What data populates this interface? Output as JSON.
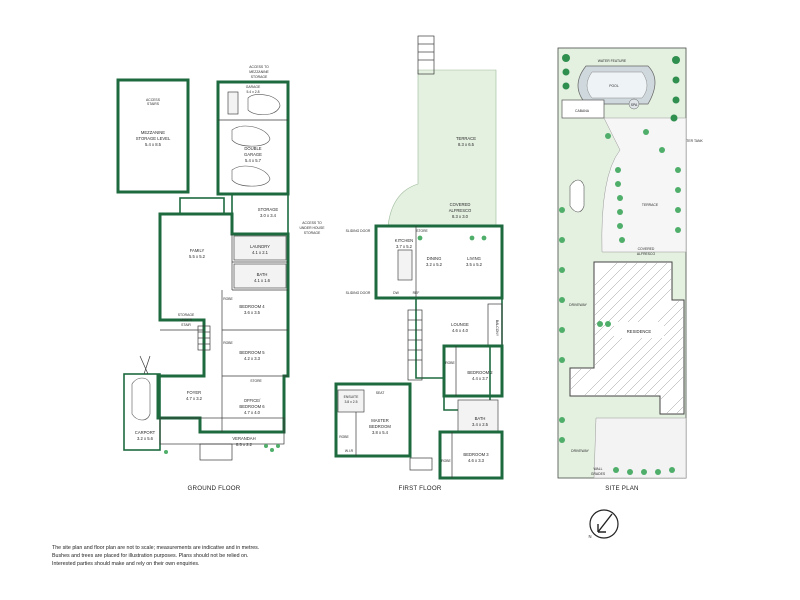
{
  "captions": {
    "ground": "GROUND FLOOR",
    "first": "FIRST FLOOR",
    "site": "SITE PLAN"
  },
  "rooms": {
    "access_mezz": "ACCESS TO",
    "access_mezz2": "MEZZANINE",
    "access_mezz3": "STORAGE",
    "access_stairs": "ACCESS",
    "access_stairs2": "STAIRS",
    "mezz": "MEZZANINE",
    "mezz2": "STORAGE LEVEL",
    "mezz_dim": "5.4 x 8.5",
    "garage": "GARAGE",
    "garage_dim": "5.4 x 2.8",
    "dgarage": "DOUBLE",
    "dgarage2": "GARAGE",
    "dgarage_dim": "5.4 x 5.7",
    "storage": "STORAGE",
    "storage_dim": "3.0 x 3.4",
    "under": "ACCESS TO",
    "under2": "UNDER HOUSE",
    "under3": "STORAGE",
    "family": "FAMILY",
    "family_dim": "5.5 x 5.2",
    "laundry": "LAUNDRY",
    "laundry_dim": "4.1 x 2.1",
    "bath_g": "BATH",
    "bath_g_dim": "4.1 x 1.6",
    "bed4": "BEDROOM 4",
    "bed4_dim": "3.6 x 3.5",
    "storage_under": "STORAGE",
    "storage_under2": "UNDER",
    "storage_under3": "STAIR",
    "bed5": "BEDROOM 5",
    "bed5_dim": "4.2 x 3.3",
    "foyer": "FOYER",
    "foyer_dim": "4.7 x 3.2",
    "office": "OFFICE/",
    "office2": "BEDROOM 6",
    "office_dim": "4.7 x 4.0",
    "store": "STORE",
    "carport": "CARPORT",
    "carport_dim": "3.2 x 5.6",
    "verandah": "VERANDAH",
    "verandah_dim": "8.5 x 2.2",
    "robe": "ROBE",
    "terrace": "TERRACE",
    "terrace_dim": "8.3 x 6.5",
    "covered": "COVERED",
    "alfresco": "ALFRESCO",
    "covered_dim": "8.3 x 3.0",
    "kitchen": "KITCHEN",
    "kitchen_dim": "3.7 x 5.2",
    "store_f": "STORE",
    "dining": "DINING",
    "dining_dim": "3.2 x 5.2",
    "living": "LIVING",
    "living_dim": "3.5 x 5.2",
    "lounge": "LOUNGE",
    "lounge_dim": "4.6 x 4.0",
    "balcony": "BALCONY",
    "bed2": "BEDROOM 2",
    "bed2_dim": "4.4 x 3.7",
    "ensuite": "ENSUITE",
    "ensuite_dim": "3.8 x 2.5",
    "master": "MASTER",
    "master2": "BEDROOM",
    "master_dim": "3.8 x 5.4",
    "bath_f": "BATH",
    "bath_f_dim": "3.4 x 2.5",
    "bed3": "BEDROOM 3",
    "bed3_dim": "4.6 x 3.3",
    "seat": "SEAT",
    "wir": "W.I.R",
    "dw": "DW",
    "ref": "REF",
    "sliding": "SLIDING DOOR",
    "pool": "POOL",
    "water_feature": "WATER FEATURE",
    "spa": "SPA",
    "cabana": "CABANA",
    "water_tank": "WATER TANK",
    "terrace_s": "TERRACE",
    "covered_s": "COVERED",
    "alfresco_s": "ALFRESCO",
    "driveway": "DRIVEWAY",
    "residence": "RESIDENCE",
    "driveway2": "DRIVEWAY",
    "wall_ungated": "WALL",
    "wall_ungated2": "GRADES"
  },
  "compass": "N",
  "disclaimer": [
    "The site plan and floor plan are not to scale; measurements are indicative and in metres.",
    "Bushes and trees are placed for illustration purposes. Plans should not be relied on.",
    "Interested parties should make and rely on their own enquiries."
  ]
}
